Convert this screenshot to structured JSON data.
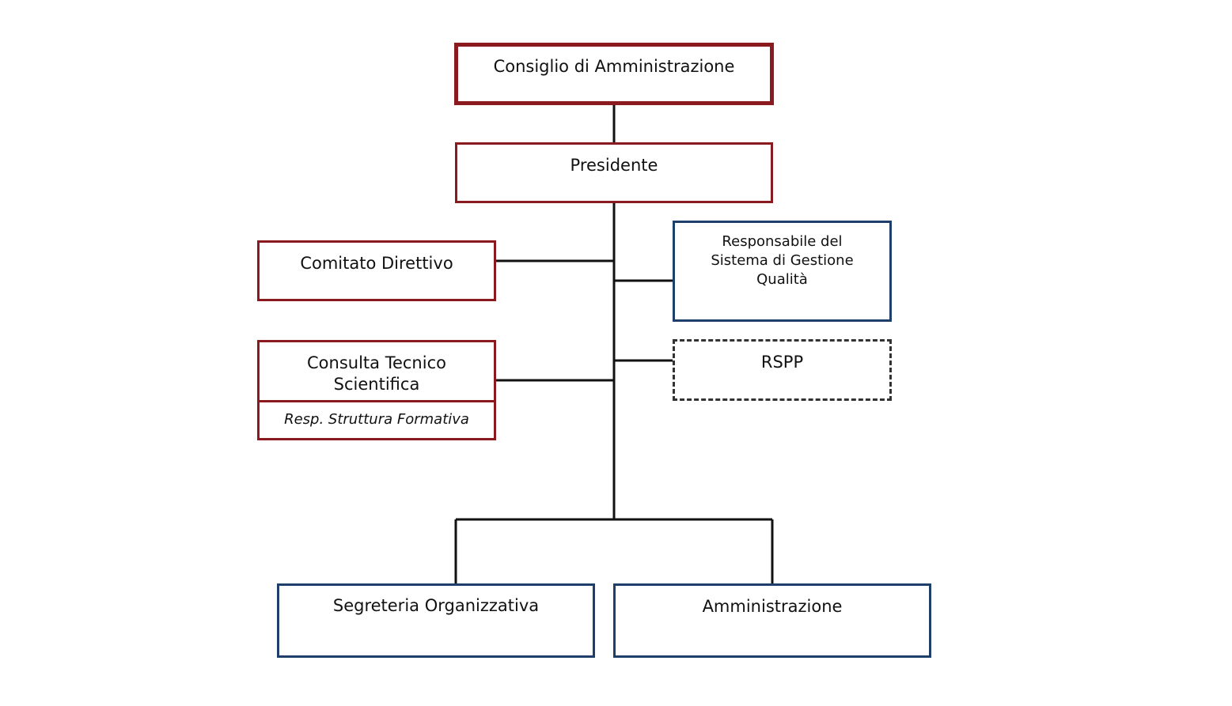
{
  "chart": {
    "consiglio": "Consiglio di Amministrazione",
    "presidente": "Presidente",
    "comitato": "Comitato Direttivo",
    "consulta_line1": "Consulta Tecnico",
    "consulta_line2": "Scientifica",
    "consulta_sub": "Resp. Struttura Formativa",
    "rsgq_line1": "Responsabile del",
    "rsgq_line2": "Sistema di Gestione",
    "rsgq_line3": "Qualità",
    "rspp": "RSPP",
    "segreteria": "Segreteria Organizzativa",
    "amministrazione": "Amministrazione"
  },
  "colors": {
    "red_border": "#8b1a1f",
    "blue_border": "#1f3f6b",
    "dashed_border": "#333333",
    "connector": "#111111"
  }
}
